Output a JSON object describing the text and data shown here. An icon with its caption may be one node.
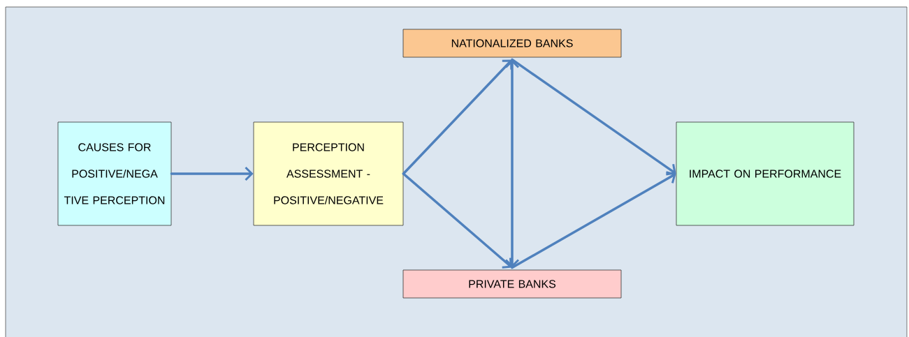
{
  "diagram": {
    "nodes": [
      {
        "text": [
          "CAUSES FOR POSITIVE/NEGA TIVE PERCEPTION"
        ]
      },
      {
        "text": [
          "PERCEPTION ASSESSMENT - POSITIVE/NEGATIVE"
        ]
      },
      {
        "text": [
          "NATIONALIZED BANKS"
        ]
      },
      {
        "text": [
          "PRIVATE BANKS"
        ]
      },
      {
        "text": [
          "IMPACT ON PERFORMANCE"
        ]
      }
    ],
    "edges": [
      {
        "from": 0,
        "to": 1,
        "arrow": "to"
      },
      {
        "from": 1,
        "to": 2,
        "arrow": "to"
      },
      {
        "from": 1,
        "to": 3,
        "arrow": "to"
      },
      {
        "from": 2,
        "to": 3,
        "arrow": "both"
      },
      {
        "from": 2,
        "to": 4,
        "arrow": "to"
      },
      {
        "from": 3,
        "to": 4,
        "arrow": "to"
      }
    ]
  }
}
